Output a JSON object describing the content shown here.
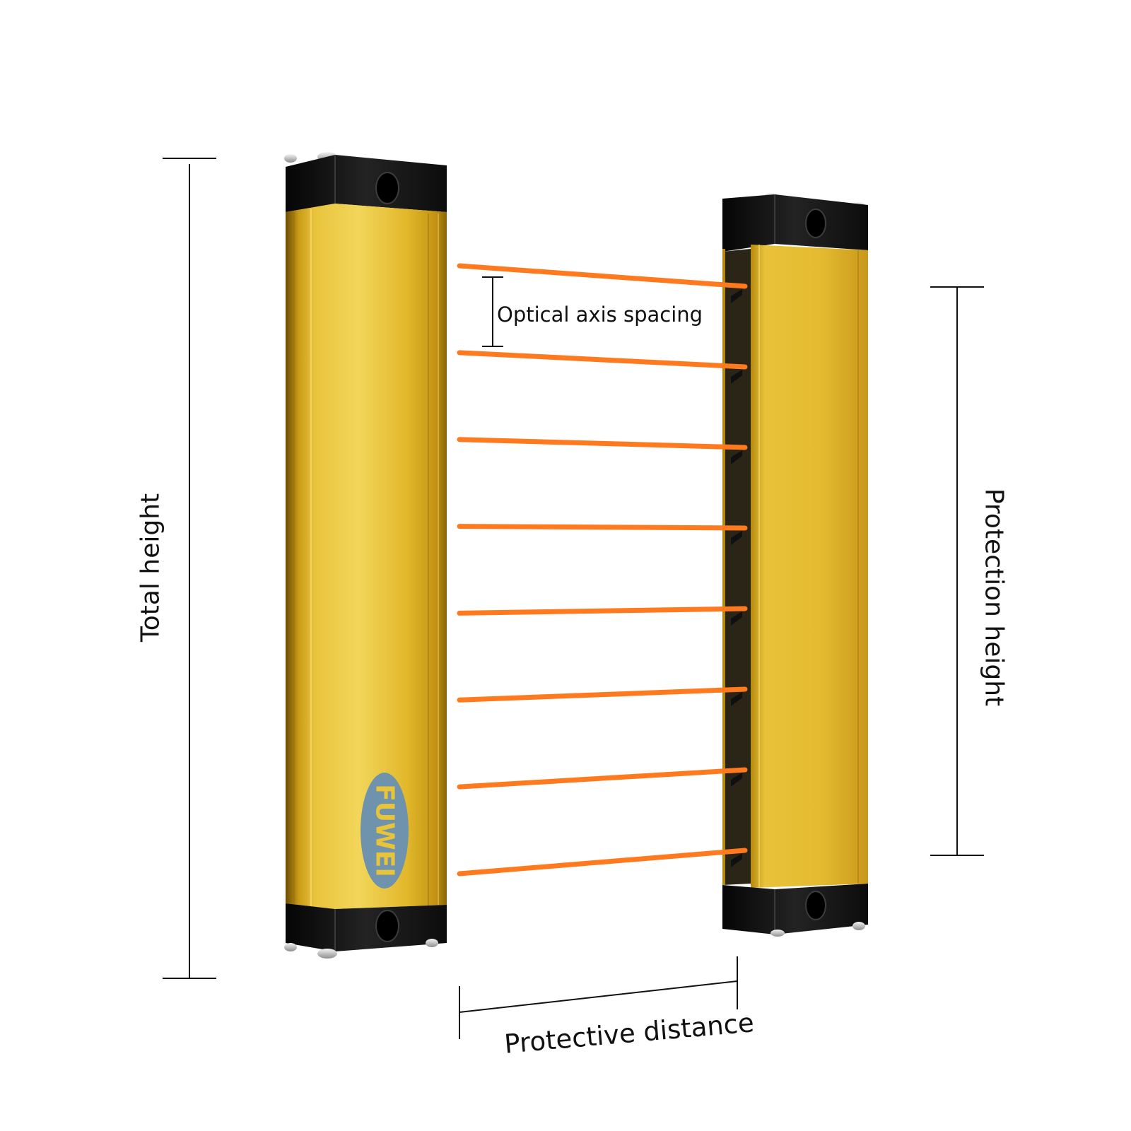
{
  "labels": {
    "total_height": "Total height",
    "protection_height": "Protection height",
    "optical_axis_spacing": "Optical axis spacing",
    "protective_distance": "Protective distance"
  },
  "logo": {
    "text": "FUWEI",
    "text_color": "#e8c43a",
    "badge_color": "#6f92ad"
  },
  "beams": {
    "count": 8,
    "color": "#ff7a1f"
  },
  "colors": {
    "housing_gold": "#e1b82e",
    "end_cap": "#141414",
    "dimension_line": "#111111"
  }
}
